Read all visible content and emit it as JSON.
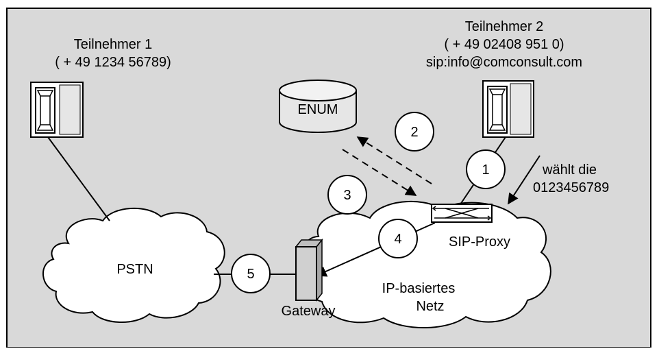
{
  "colors": {
    "background": "#d9d9d9",
    "frame": "#000000",
    "cloud_fill": "#ffffff",
    "phone_light": "#e6e6e6",
    "gateway_fill": "#d0d0d0"
  },
  "subscriber1": {
    "name": "Teilnehmer 1",
    "number": "( + 49 1234 56789)"
  },
  "subscriber2": {
    "name": "Teilnehmer 2",
    "number": "( + 49 02408 951 0)",
    "sip": "sip:info@comconsult.com"
  },
  "enum_label": "ENUM",
  "steps": [
    "1",
    "2",
    "3",
    "4",
    "5"
  ],
  "dial_note": {
    "line1": "wählt die",
    "line2": "0123456789"
  },
  "pstn_label": "PSTN",
  "gateway_label": "Gateway",
  "sip_proxy_label": "SIP-Proxy",
  "ip_network": {
    "line1": "IP-basiertes",
    "line2": "Netz"
  },
  "icons": {
    "phone": "telephone-handset-icon",
    "database": "database-icon",
    "router": "router-icon",
    "gateway": "gateway-box-icon",
    "cloud": "cloud-icon"
  }
}
